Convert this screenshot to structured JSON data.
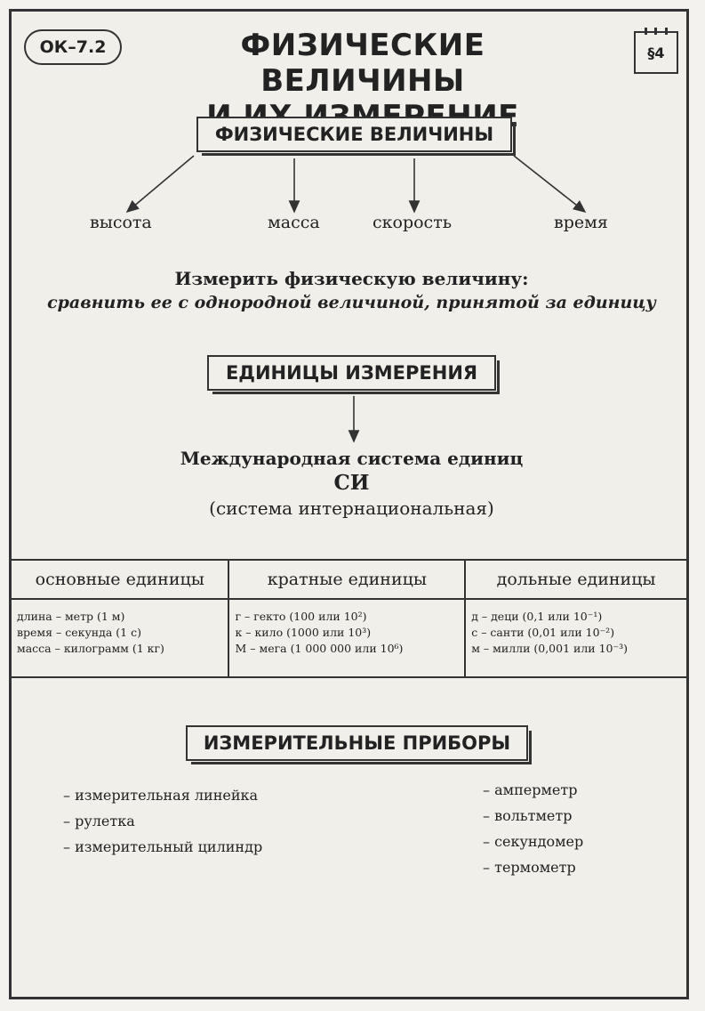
{
  "header": {
    "code": "ОК–7.2",
    "title_line1": "ФИЗИЧЕСКИЕ ВЕЛИЧИНЫ",
    "title_line2": "И ИХ ИЗМЕРЕНИЕ",
    "paragraph": "§4"
  },
  "quantities": {
    "heading": "ФИЗИЧЕСКИЕ ВЕЛИЧИНЫ",
    "items": [
      "высота",
      "масса",
      "скорость",
      "время"
    ]
  },
  "measure": {
    "bold": "Измерить физическую величину:",
    "italic": "сравнить ее с однородной величиной, принятой за единицу"
  },
  "units": {
    "heading": "ЕДИНИЦЫ ИЗМЕРЕНИЯ",
    "system_line1": "Международная система единиц",
    "system_line2": "СИ",
    "system_line3": "(система интернациональная)"
  },
  "table": {
    "headers": [
      "основные единицы",
      "кратные единицы",
      "дольные единицы"
    ],
    "base": [
      "длина – метр (1 м)",
      "время – секунда (1 с)",
      "масса – килограмм (1 кг)"
    ],
    "multiple": [
      "г – гекто (100 или 10²)",
      "к – кило (1000 или 10³)",
      "М – мега (1 000 000 или 10⁶)"
    ],
    "sub": [
      "д – деци (0,1 или 10⁻¹)",
      "с – санти (0,01 или 10⁻²)",
      "м – милли (0,001 или 10⁻³)"
    ]
  },
  "instruments": {
    "heading": "ИЗМЕРИТЕЛЬНЫЕ ПРИБОРЫ",
    "left": [
      "– измерительная линейка",
      "– рулетка",
      "– измерительный цилиндр"
    ],
    "right": [
      "– амперметр",
      "– вольтметр",
      "– секундомер",
      "– термометр"
    ]
  }
}
